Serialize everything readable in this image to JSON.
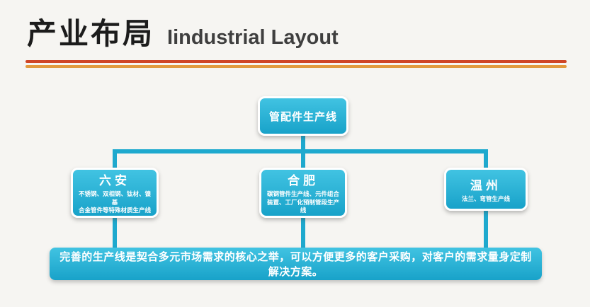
{
  "header": {
    "title_cn": "产业布局",
    "title_en": "Iindustrial Layout"
  },
  "colors": {
    "accent": "#41c3e2",
    "accent_dark": "#18a2c9",
    "connector": "#1ea9ce",
    "rule_red": "#cf4526",
    "rule_orange": "#e29a3e",
    "slide_bg": "#f6f5f2",
    "text_dark": "#1c1c1c"
  },
  "diagram": {
    "root": {
      "label": "管配件生产线"
    },
    "children": [
      {
        "title": "六安",
        "desc": "不锈钢、双相钢、钛材、镍基\n合金管件等特殊材质生产线"
      },
      {
        "title": "合肥",
        "desc": "碳钢管件生产线、元件组合\n装置、工厂化预制管段生产线"
      },
      {
        "title": "温州",
        "desc": "法兰、弯管生产线"
      }
    ],
    "summary": "完善的生产线是契合多元市场需求的核心之举，可以方便更多的客户采购，对客户的需求量身定制解决方案。"
  }
}
